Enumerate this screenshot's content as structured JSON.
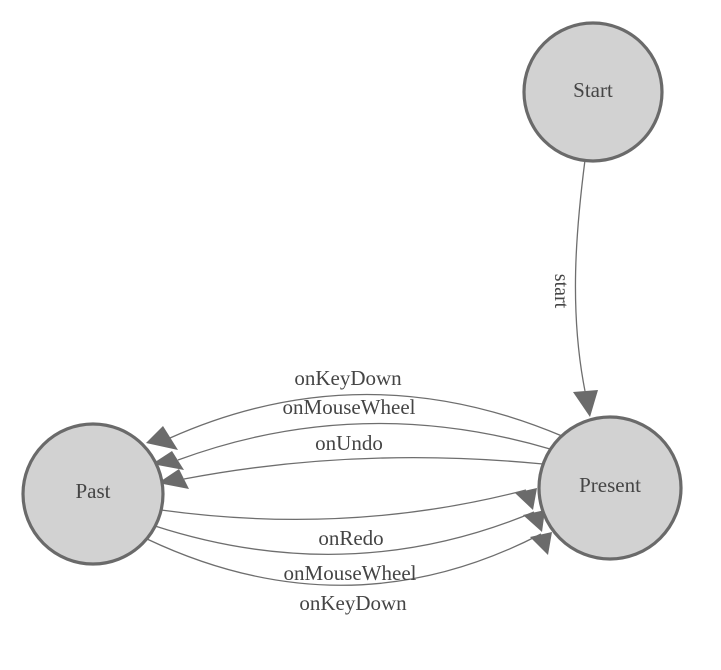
{
  "diagram": {
    "type": "state-machine",
    "background": "#ffffff",
    "colors": {
      "node_fill": "#d2d2d2",
      "node_stroke": "#6a6a6a",
      "edge_stroke": "#6e6e6e",
      "arrow_fill": "#6b6b6b",
      "label_color": "#454545"
    },
    "nodes": [
      {
        "id": "start",
        "label": "Start"
      },
      {
        "id": "present",
        "label": "Present"
      },
      {
        "id": "past",
        "label": "Past"
      }
    ],
    "edges": [
      {
        "from": "Start",
        "to": "Present",
        "label": "start"
      },
      {
        "from": "Present",
        "to": "Past",
        "label": "onKeyDown"
      },
      {
        "from": "Present",
        "to": "Past",
        "label": "onMouseWheel"
      },
      {
        "from": "Present",
        "to": "Past",
        "label": "onUndo"
      },
      {
        "from": "Past",
        "to": "Present",
        "label": "onRedo"
      },
      {
        "from": "Past",
        "to": "Present",
        "label": "onMouseWheel"
      },
      {
        "from": "Past",
        "to": "Present",
        "label": "onKeyDown"
      }
    ]
  }
}
